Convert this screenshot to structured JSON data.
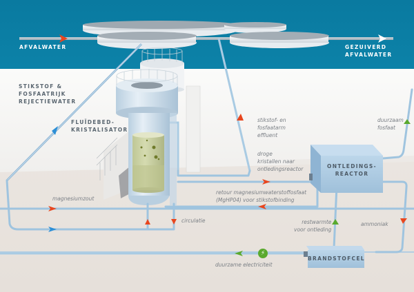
{
  "colors": {
    "sky": "#0b7ea3",
    "floor": "#ebe6e1",
    "wall": "#f7f7f6",
    "pipe": "#a9cbe3",
    "pipe_edge": "#7da7c6",
    "arrow_red": "#e8461e",
    "arrow_blue": "#2d8fd6",
    "arrow_green": "#5aa92e",
    "arrow_white": "#ffffff",
    "liquid": "#c8cf9e",
    "tank": "#dbe8f2",
    "box": "#a8c8e2"
  },
  "labels": {
    "afvalwater": "AFVALWATER",
    "gezuiverd": "GEZUIVERD\nAFVALWATER",
    "rejectiewater": "STIKSTOF &\nFOSFAATRIJK\nREJECTIEWATER",
    "kristalisator": "FLUÏDEBED-\nKRISTALISATOR",
    "ontledingsreactor": "ONTLEDINGS-\nREACTOR",
    "brandstofcel": "BRANDSTOFCEL",
    "effluent": "stikstof- en\nfosfaatarm\neffluent",
    "droge_kristallen": "droge\nkristallen naar\nontledingsreactor",
    "duurzaam_fosfaat": "duurzaam\nfosfaat",
    "magnesiumzout": "magnesiumzout",
    "retour": "retour magnesiumwaterstoffosfaat\n(MgHP04) voor stikstofbinding",
    "circulatie": "circulatie",
    "restwarmte": "restwarmte\nvoor ontleding",
    "ammoniak": "ammoniak",
    "electriciteit": "duurzame electriciteit"
  },
  "icons": {
    "lightning": "⚡"
  }
}
